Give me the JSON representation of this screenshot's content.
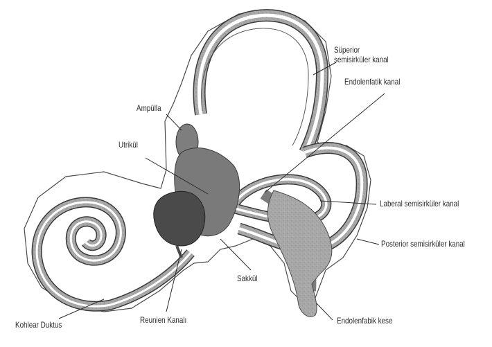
{
  "labels": {
    "superior_line1": "Süperior",
    "superior_line2": "semisirküler kanal",
    "endolymphatic_duct": "Endolenfatik kanal",
    "ampulla": "Ampülla",
    "utricle": "Utrikül",
    "lateral_canal": "Laberal semisirküler kanal",
    "posterior_canal": "Posterior semisirküler kanal",
    "saccule": "Sakkül",
    "cochlear_duct": "Kohlear Duktus",
    "reunien_canal": "Reunien Kanalı",
    "endolymphatic_sac": "Endolenfabik kese"
  },
  "colors": {
    "tissue": "#a9a9a9",
    "tissue_dark": "#6d6d6d",
    "outline": "#3a3a3a",
    "lumen": "#ffffff",
    "text": "#2a2a2a"
  }
}
